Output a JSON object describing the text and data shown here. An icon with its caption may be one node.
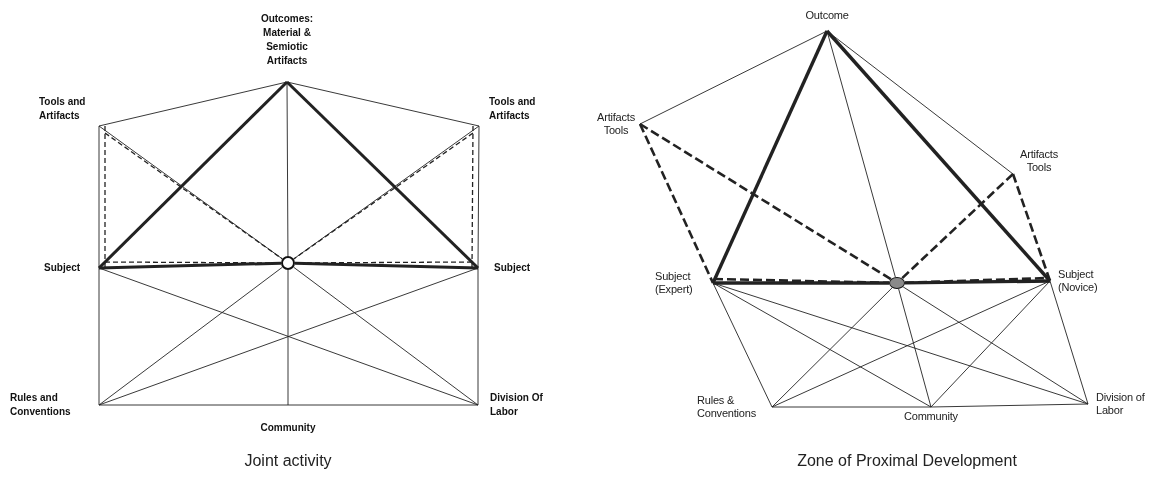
{
  "diagram": {
    "nodes": [
      {
        "text": [
          "Outcomes: Material & Semiotic Artifacts"
        ]
      },
      {
        "text": [
          "Tools and Artifacts"
        ]
      },
      {
        "text": [
          "Tools and Artifacts"
        ]
      },
      {
        "text": [
          "Subject"
        ]
      },
      {
        "text": [],
        "shape": "circle"
      },
      {
        "text": [
          "Subject"
        ]
      },
      {
        "text": [
          "Rules and Conventions"
        ]
      },
      {
        "text": [
          "Division Of Labor"
        ]
      },
      {
        "text": [
          "Community"
        ]
      },
      {
        "text": [
          "Outcome"
        ]
      },
      {
        "text": [
          "Artifacts Tools"
        ]
      },
      {
        "text": [
          "Artifacts Tools"
        ]
      },
      {
        "text": [
          "Subject (Expert)"
        ]
      },
      {
        "text": [],
        "shape": "circle"
      },
      {
        "text": [
          "Subject (Novice)"
        ]
      },
      {
        "text": [
          "Rules & Conventions"
        ]
      },
      {
        "text": [
          "Community"
        ]
      },
      {
        "text": [
          "Division of Labor"
        ]
      }
    ],
    "edges": [
      {
        "from": 0,
        "to": 1,
        "arrow": "none"
      },
      {
        "from": 0,
        "to": 2,
        "arrow": "none"
      },
      {
        "from": 0,
        "to": 3,
        "arrow": "none",
        "style": "thick"
      },
      {
        "from": 0,
        "to": 5,
        "arrow": "none",
        "style": "thick"
      },
      {
        "from": 0,
        "to": 4,
        "arrow": "none"
      },
      {
        "from": 4,
        "to": 8,
        "arrow": "none"
      },
      {
        "from": 1,
        "to": 3,
        "arrow": "none"
      },
      {
        "from": 2,
        "to": 5,
        "arrow": "none"
      },
      {
        "from": 1,
        "to": 4,
        "arrow": "none"
      },
      {
        "from": 2,
        "to": 4,
        "arrow": "none"
      },
      {
        "from": 1,
        "to": 3,
        "arrow": "none",
        "style": "dashed"
      },
      {
        "from": 3,
        "to": 4,
        "arrow": "none",
        "style": "dashed"
      },
      {
        "from": 1,
        "to": 4,
        "arrow": "none",
        "style": "dashed"
      },
      {
        "from": 2,
        "to": 5,
        "arrow": "none",
        "style": "dashed"
      },
      {
        "from": 5,
        "to": 4,
        "arrow": "none",
        "style": "dashed"
      },
      {
        "from": 2,
        "to": 4,
        "arrow": "none",
        "style": "dashed"
      },
      {
        "from": 3,
        "to": 4,
        "arrow": "none",
        "style": "thick"
      },
      {
        "from": 4,
        "to": 5,
        "arrow": "none",
        "style": "thick"
      },
      {
        "from": 3,
        "to": 6,
        "arrow": "none"
      },
      {
        "from": 5,
        "to": 7,
        "arrow": "none"
      },
      {
        "from": 3,
        "to": 7,
        "arrow": "none"
      },
      {
        "from": 5,
        "to": 6,
        "arrow": "none"
      },
      {
        "from": 4,
        "to": 6,
        "arrow": "none"
      },
      {
        "from": 4,
        "to": 7,
        "arrow": "none"
      },
      {
        "from": 6,
        "to": 8,
        "arrow": "none"
      },
      {
        "from": 8,
        "to": 7,
        "arrow": "none"
      },
      {
        "from": 9,
        "to": 10,
        "arrow": "none"
      },
      {
        "from": 9,
        "to": 11,
        "arrow": "none"
      },
      {
        "from": 9,
        "to": 12,
        "arrow": "none",
        "style": "thick"
      },
      {
        "from": 9,
        "to": 14,
        "arrow": "none",
        "style": "thick"
      },
      {
        "from": 9,
        "to": 13,
        "arrow": "none"
      },
      {
        "from": 13,
        "to": 16,
        "arrow": "none"
      },
      {
        "from": 10,
        "to": 12,
        "arrow": "none",
        "style": "dashed"
      },
      {
        "from": 10,
        "to": 13,
        "arrow": "none",
        "style": "dashed"
      },
      {
        "from": 11,
        "to": 13,
        "arrow": "none",
        "style": "dashed"
      },
      {
        "from": 11,
        "to": 14,
        "arrow": "none",
        "style": "dashed"
      },
      {
        "from": 12,
        "to": 13,
        "arrow": "none",
        "style": "thick"
      },
      {
        "from": 13,
        "to": 14,
        "arrow": "none",
        "style": "thick"
      },
      {
        "from": 12,
        "to": 13,
        "arrow": "none",
        "style": "dashed"
      },
      {
        "from": 13,
        "to": 14,
        "arrow": "none",
        "style": "dashed"
      },
      {
        "from": 12,
        "to": 15,
        "arrow": "none"
      },
      {
        "from": 12,
        "to": 16,
        "arrow": "none"
      },
      {
        "from": 12,
        "to": 17,
        "arrow": "none"
      },
      {
        "from": 14,
        "to": 15,
        "arrow": "none"
      },
      {
        "from": 14,
        "to": 16,
        "arrow": "none"
      },
      {
        "from": 14,
        "to": 17,
        "arrow": "none"
      },
      {
        "from": 13,
        "to": 15,
        "arrow": "none"
      },
      {
        "from": 13,
        "to": 17,
        "arrow": "none"
      },
      {
        "from": 15,
        "to": 16,
        "arrow": "none"
      },
      {
        "from": 16,
        "to": 17,
        "arrow": "none"
      }
    ],
    "labels": [
      "Joint activity",
      "Zone of Proximal Development"
    ]
  }
}
